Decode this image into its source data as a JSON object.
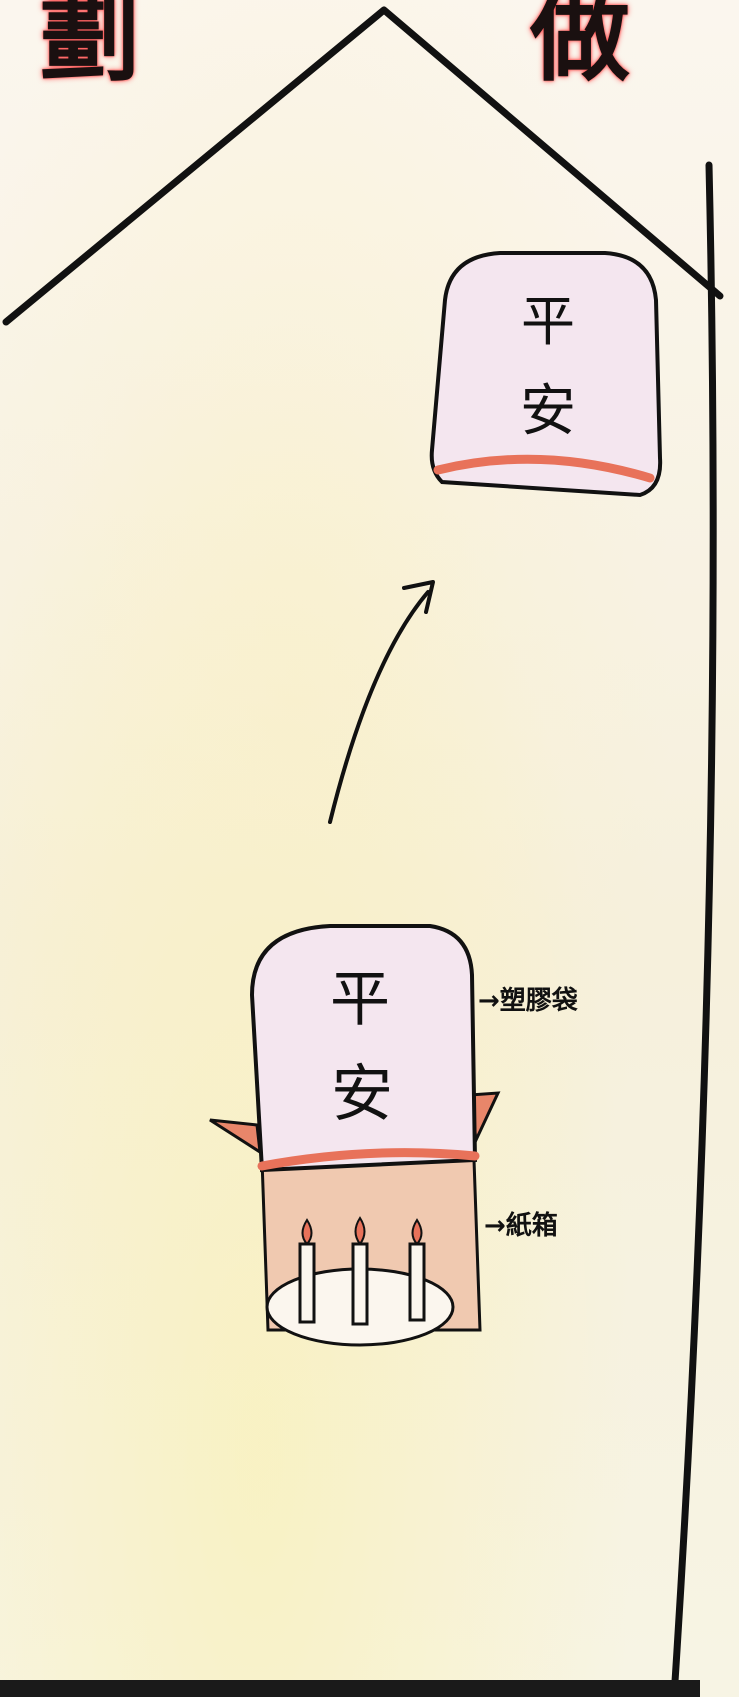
{
  "heading": {
    "left": "劃",
    "right": "做"
  },
  "lantern_top": {
    "char1": "平",
    "char2": "安"
  },
  "lantern_bottom": {
    "char1": "平",
    "char2": "安"
  },
  "callouts": {
    "bag": {
      "arrow": "→",
      "label": "塑膠袋"
    },
    "box": {
      "arrow": "→",
      "label": "紙箱"
    }
  },
  "colors": {
    "ink": "#111111",
    "lantern_fill": "#f4e6ef",
    "accent": "#e8725a",
    "box_fill": "#f0c9b0"
  }
}
